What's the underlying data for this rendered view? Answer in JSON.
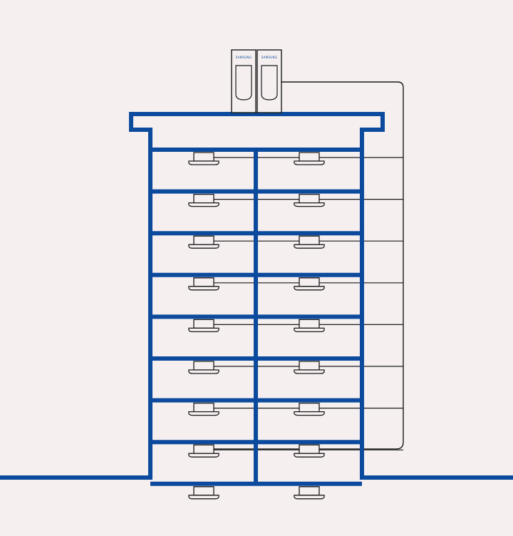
{
  "diagram": {
    "type": "building-system-illustration",
    "floors": 8,
    "units_per_floor": 2,
    "outdoor_units": 2,
    "outdoor_unit_brand": "SAMSUNG",
    "colors": {
      "background": "#f5eff0",
      "structure": "#0b4a9c",
      "line": "#1a1a1a",
      "unit_fill": "#f5eff0"
    }
  }
}
